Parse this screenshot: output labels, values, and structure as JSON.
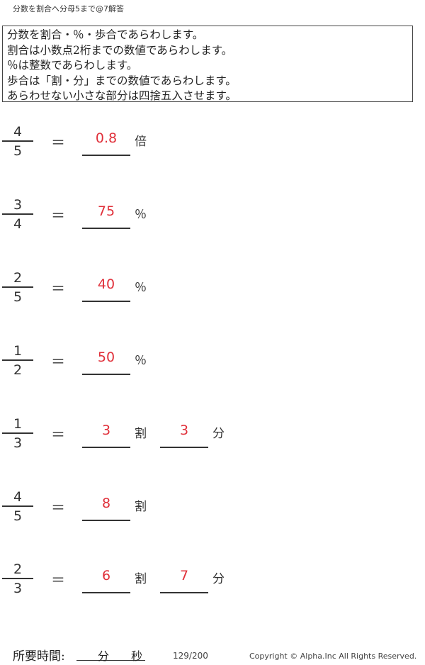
{
  "header": {
    "title": "分数を割合へ分母5まで@7解答"
  },
  "instructions": [
    "分数を割合・％・歩合であらわします。",
    "割合は小数点2桁までの数値であらわします。",
    "％は整数であらわします。",
    "歩合は「割・分」までの数値であらわします。",
    "あらわせない小さな部分は四捨五入させます。"
  ],
  "equals": "＝",
  "problems": [
    {
      "numerator": "4",
      "denominator": "5",
      "answer1": "0.8",
      "unit1": "倍"
    },
    {
      "numerator": "3",
      "denominator": "4",
      "answer1": "75",
      "unit1": "％"
    },
    {
      "numerator": "2",
      "denominator": "5",
      "answer1": "40",
      "unit1": "％"
    },
    {
      "numerator": "1",
      "denominator": "2",
      "answer1": "50",
      "unit1": "％"
    },
    {
      "numerator": "1",
      "denominator": "3",
      "answer1": "3",
      "unit1": "割",
      "answer2": "3",
      "unit2": "分"
    },
    {
      "numerator": "4",
      "denominator": "5",
      "answer1": "8",
      "unit1": "割"
    },
    {
      "numerator": "2",
      "denominator": "3",
      "answer1": "6",
      "unit1": "割",
      "answer2": "7",
      "unit2": "分"
    }
  ],
  "footer": {
    "time_label": "所要時間:",
    "minutes_label": "分",
    "seconds_label": "秒",
    "page": "129/200",
    "copyright": "Copyright ©  Alpha.Inc All Rights Reserved."
  },
  "colors": {
    "answer": "#e0303a"
  }
}
